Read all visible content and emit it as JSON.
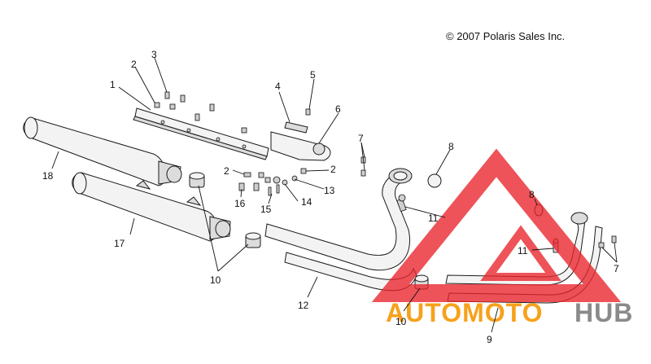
{
  "copyright": "© 2007 Polaris Sales Inc.",
  "callouts": {
    "c1": "1",
    "c2a": "2",
    "c2b": "2",
    "c2c": "2",
    "c3": "3",
    "c4": "4",
    "c5": "5",
    "c6": "6",
    "c7a": "7",
    "c7b": "7",
    "c8a": "8",
    "c8b": "8",
    "c9": "9",
    "c10a": "10",
    "c10b": "10",
    "c11a": "11",
    "c11b": "11",
    "c12": "12",
    "c13": "13",
    "c14": "14",
    "c15": "15",
    "c16": "16",
    "c17": "17",
    "c18": "18"
  },
  "watermark": {
    "part1": "AUTOMOTO",
    "part2": "HUB",
    "color_primary": "#f7a11a",
    "color_secondary": "#8a8a8a",
    "triangle_color": "#e8232a"
  }
}
